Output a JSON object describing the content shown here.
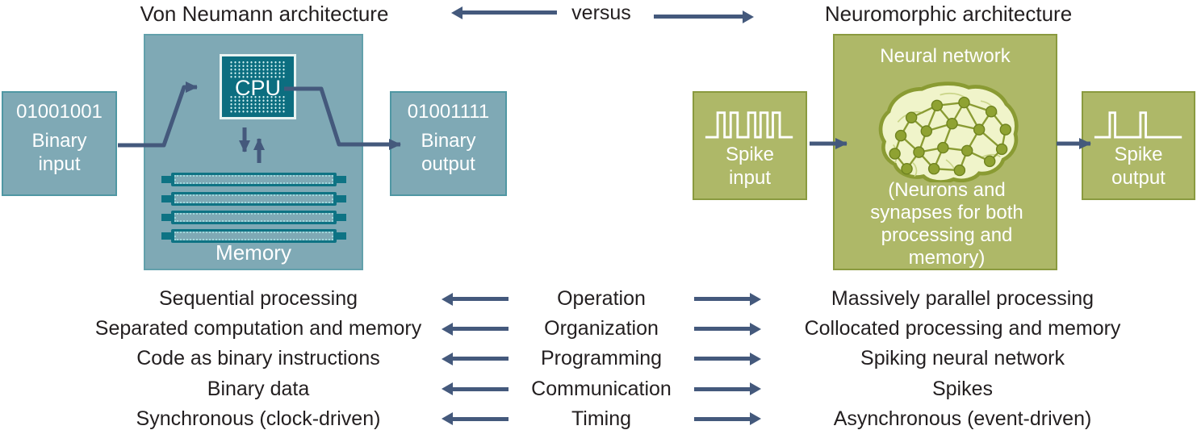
{
  "header": {
    "left_title": "Von Neumann architecture",
    "versus": "versus",
    "right_title": "Neuromorphic architecture"
  },
  "von_neumann": {
    "input_value": "01001001",
    "input_label": "Binary input",
    "cpu_label": "CPU",
    "memory_label": "Memory",
    "output_value": "01001111",
    "output_label": "Binary output"
  },
  "neuromorphic": {
    "input_label": "Spike input",
    "network_title": "Neural network",
    "network_caption": "(Neurons and synapses for both processing and memory)",
    "output_label": "Spike output"
  },
  "comparison": {
    "rows": [
      {
        "left": "Sequential processing",
        "center": "Operation",
        "right": "Massively parallel processing"
      },
      {
        "left": "Separated computation and memory",
        "center": "Organization",
        "right": "Collocated processing and memory"
      },
      {
        "left": "Code as binary instructions",
        "center": "Programming",
        "right": "Spiking neural network"
      },
      {
        "left": "Binary data",
        "center": "Communication",
        "right": "Spikes"
      },
      {
        "left": "Synchronous (clock-driven)",
        "center": "Timing",
        "right": "Asynchronous (event-driven)"
      }
    ]
  },
  "icons": {
    "spike_input": "spike-train-waveform",
    "spike_output": "sparse-spike-waveform",
    "cpu": "cpu-chip",
    "memory": "ram-modules",
    "brain": "brain-neural-network"
  },
  "colors": {
    "teal_fill": "#7fa9b5",
    "teal_border": "#4f97a3",
    "chip_teal": "#0c6e80",
    "olive_fill": "#aeb868",
    "olive_border": "#8a9a3f",
    "brain_fill": "#f0f4ca",
    "brain_line": "#8a9b33",
    "arrow": "#44597c",
    "text": "#231f20",
    "box_text": "#ffffff"
  }
}
